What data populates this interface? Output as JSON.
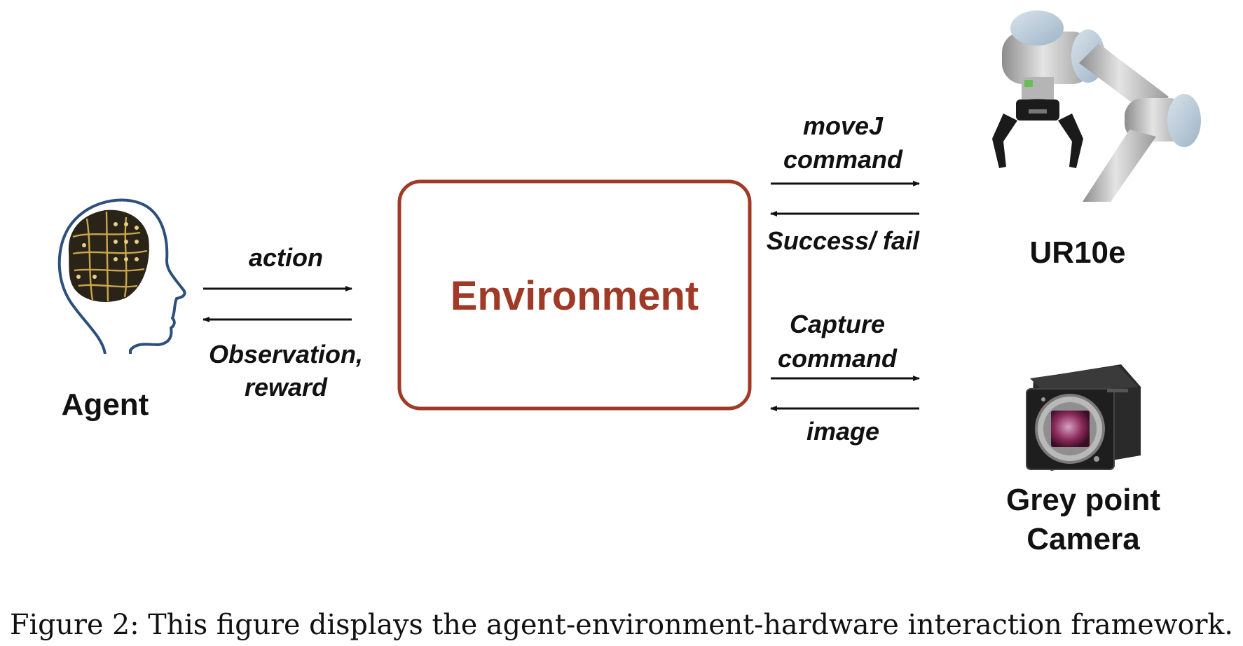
{
  "environment": {
    "label": "Environment",
    "border_color": "#a03a26",
    "text_color": "#a03a26"
  },
  "agent": {
    "label": "Agent",
    "icon": "head-brain-icon",
    "outline_color": "#2c4f7c"
  },
  "ur10e": {
    "label": "UR10e",
    "icon": "robot-arm-icon"
  },
  "camera": {
    "label_line1": "Grey point",
    "label_line2": "Camera",
    "icon": "camera-icon"
  },
  "edges": {
    "agent_to_env": "action",
    "env_to_agent_line1": "Observation,",
    "env_to_agent_line2": "reward",
    "env_to_robot_line1": "moveJ",
    "env_to_robot_line2": "command",
    "robot_to_env": "Success/ fail",
    "env_to_camera_line1": "Capture",
    "env_to_camera_line2": "command",
    "camera_to_env": "image"
  },
  "caption": "Figure 2: This figure displays the agent-environment-hardware interaction framework."
}
